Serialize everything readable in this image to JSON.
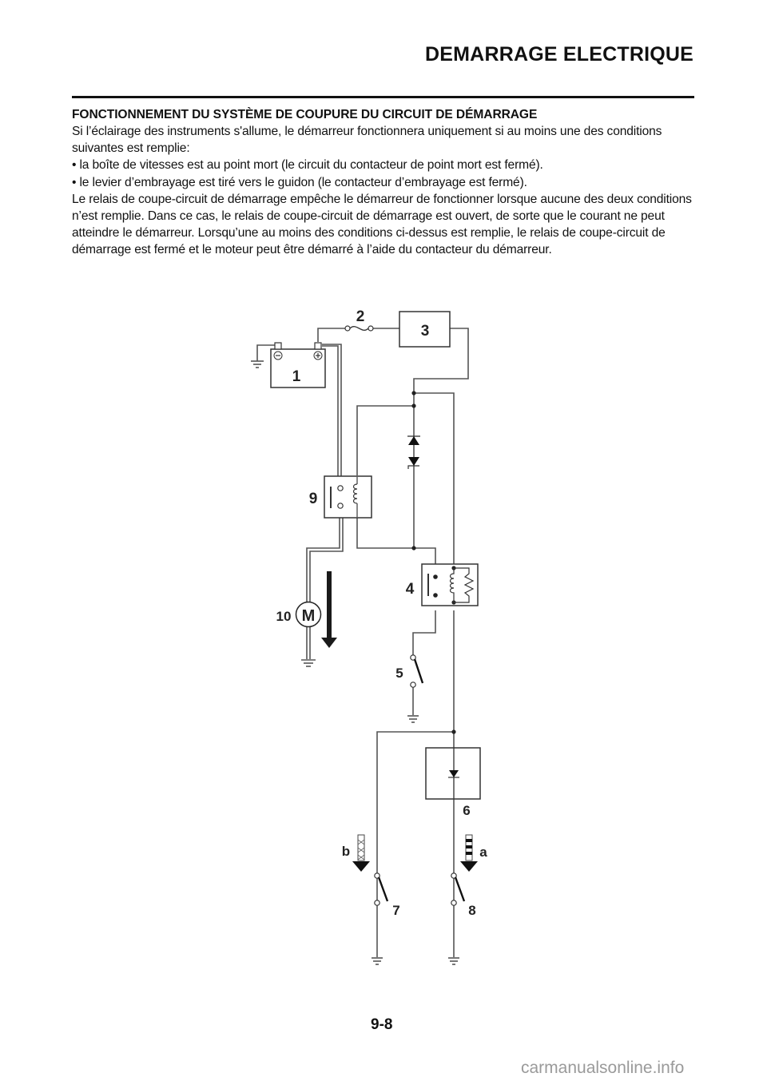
{
  "header": {
    "title": "DEMARRAGE ELECTRIQUE"
  },
  "section": {
    "heading": "FONCTIONNEMENT DU SYSTÈME DE COUPURE DU CIRCUIT DE DÉMARRAGE",
    "paragraphs": [
      "Si l’éclairage des instruments s'allume, le démarreur fonctionnera uniquement si au moins une des conditions suivantes est remplie:",
      "• la boîte de vitesses est au point mort (le circuit du contacteur de point mort est fermé).",
      "• le levier d’embrayage est tiré vers le guidon (le contacteur d’embrayage est fermé).",
      "Le relais de coupe-circuit de démarrage empêche le démarreur de fonctionner lorsque aucune des deux conditions n’est remplie. Dans ce cas, le relais de coupe-circuit de démarrage est ouvert, de sorte que le courant ne peut atteindre le démarreur. Lorsqu’une au moins des conditions ci-dessus est remplie, le relais de coupe-circuit de démarrage est fermé et le moteur peut être démarré à l’aide du contacteur du démarreur."
    ]
  },
  "diagram": {
    "labels": {
      "battery": "1",
      "fuse": "2",
      "box3": "3",
      "relay4": "4",
      "switch5": "5",
      "diode6": "6",
      "switch7": "7",
      "switch8": "8",
      "relay9": "9",
      "motor": "10",
      "motor_symbol": "M",
      "arrow_a": "a",
      "arrow_b": "b",
      "battery_neg": "−",
      "battery_pos": "+"
    },
    "colors": {
      "wire": "#555555",
      "outline": "#333333",
      "arrow": "#1a1a1a"
    }
  },
  "footer": {
    "page_number": "9-8",
    "watermark": "carmanualsonline.info"
  }
}
